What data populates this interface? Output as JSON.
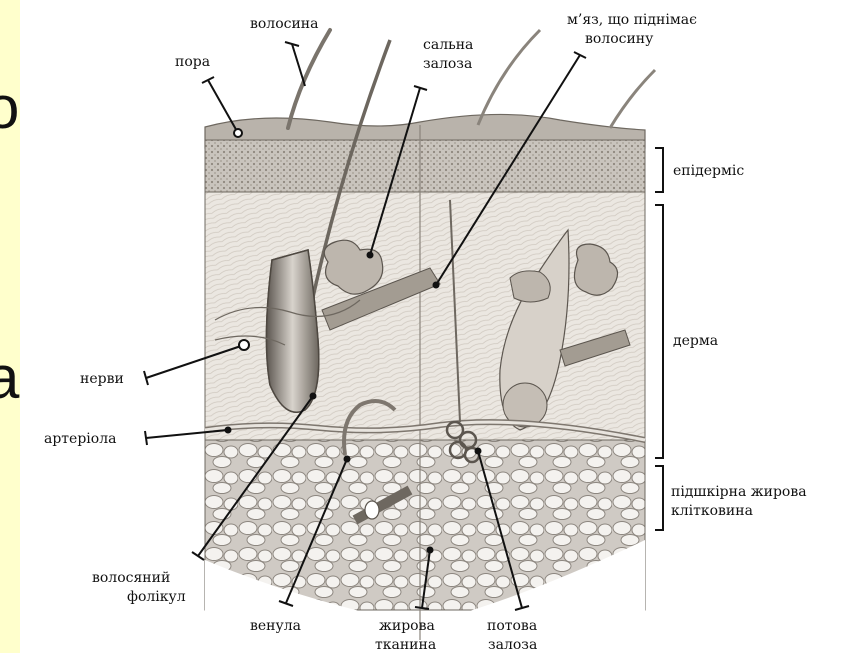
{
  "slide": {
    "fragment_1": "о",
    "fragment_2": "а"
  },
  "diagram": {
    "labels": {
      "hair": "волосина",
      "pore": "пора",
      "sebaceous_1": "сальна",
      "sebaceous_2": "залоза",
      "muscle_1": "м’яз, що піднімає",
      "muscle_2": "волосину",
      "epidermis": "епідерміс",
      "dermis": "дерма",
      "hypodermis_1": "підшкірна жирова",
      "hypodermis_2": "клітковина",
      "nerves": "нерви",
      "arteriole": "артеріола",
      "follicle_1": "волосяний",
      "follicle_2": "фолікул",
      "venule": "венула",
      "fat_1": "жирова",
      "fat_2": "тканина",
      "sweat_1": "потова",
      "sweat_2": "залоза"
    }
  }
}
